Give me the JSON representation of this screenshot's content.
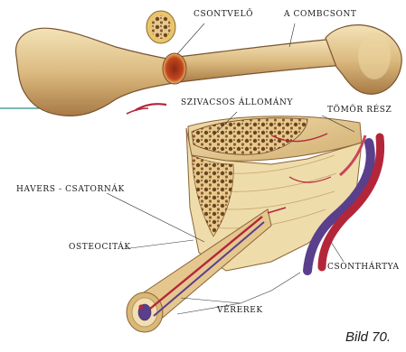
{
  "labels": {
    "bone_marrow": "CSONTVELŐ",
    "femur": "A COMBCSONT",
    "spongy_bone": "SZIVACSOS ÁLLOMÁNY",
    "compact_bone": "TÖMÖR RÉSZ",
    "haversian_canals": "HAVERS - CSATORNÁK",
    "osteocytes": "OSTEOCITÁK",
    "periosteum": "CSONTHÁRTYA",
    "blood_vessels": "VÉREREK"
  },
  "caption": "Bild 70.",
  "colors": {
    "bone": "#e7cf98",
    "bone_shade": "#b98c55",
    "spongy": "#7a4f25",
    "artery": "#b3263a",
    "vein": "#5a3f8c",
    "marrow": "#c2461e",
    "accent_line": "#2a8a8a"
  }
}
